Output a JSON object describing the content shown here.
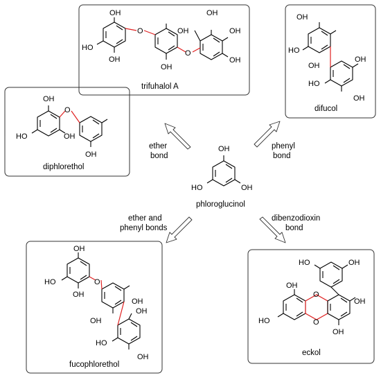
{
  "molecules": {
    "trifuhalol": {
      "name": "trifuhalol A",
      "substituents": [
        "OH",
        "OH",
        "HO",
        "OH",
        "OH",
        "OH",
        "OH",
        "OH"
      ],
      "atoms": [
        "O",
        "O"
      ]
    },
    "difucol": {
      "name": "difucol",
      "substituents": [
        "OH",
        "HO",
        "OH",
        "OH",
        "HO",
        "OH"
      ]
    },
    "diphlorethol": {
      "name": "diphlorethol",
      "substituents": [
        "OH",
        "HO",
        "OH",
        "OH"
      ],
      "atoms": [
        "O"
      ]
    },
    "phloroglucinol": {
      "name": "phloroglucinol",
      "substituents": [
        "OH",
        "HO",
        "OH"
      ]
    },
    "fucophlorethol": {
      "name": "fucophlorethol",
      "substituents": [
        "OH",
        "HO",
        "OH",
        "OH",
        "OH",
        "OH",
        "HO",
        "OH"
      ],
      "atoms": [
        "O"
      ]
    },
    "eckol": {
      "name": "eckol",
      "substituents": [
        "HO",
        "OH",
        "OH",
        "HO",
        "OH",
        "OH"
      ],
      "atoms": [
        "O",
        "O"
      ]
    }
  },
  "arrows": {
    "ether": [
      "ether",
      "bond"
    ],
    "phenyl": [
      "phenyl",
      "bond"
    ],
    "ether_phenyl": [
      "ether and",
      "phenyl bonds"
    ],
    "dibenzodioxin": [
      "dibenzodioxin",
      "bond"
    ]
  },
  "colors": {
    "new_bond": "#e02020",
    "line": "#000000",
    "frame": "#333333"
  }
}
